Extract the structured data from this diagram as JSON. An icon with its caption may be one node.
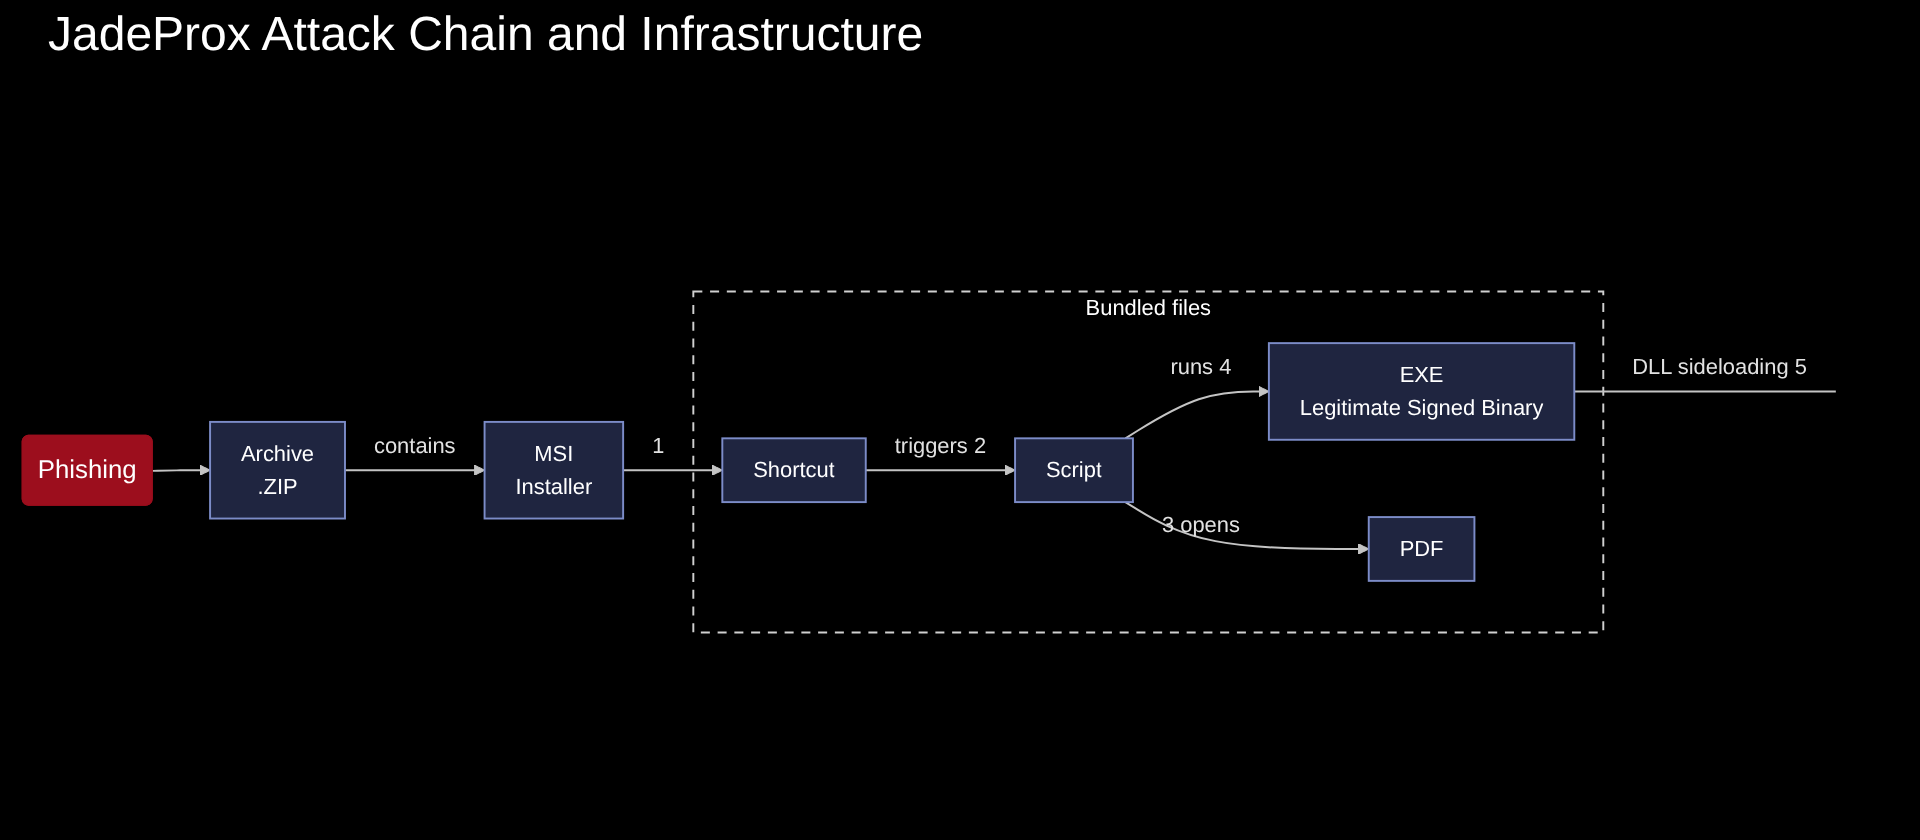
{
  "diagram": {
    "title": "JadeProx Attack Chain and Infrastructure",
    "nodes": [
      {
        "text": [
          "Phishing"
        ]
      },
      {
        "text": [
          "Archive",
          ".ZIP"
        ]
      },
      {
        "text": [
          "MSI",
          "Installer"
        ]
      },
      {
        "text": [
          "Bundled files"
        ]
      },
      {
        "text": [
          "Shortcut"
        ],
        "in": 3
      },
      {
        "text": [
          "Script"
        ],
        "in": 3
      },
      {
        "text": [
          "EXE",
          "Legitimate Signed Binary"
        ],
        "in": 3
      },
      {
        "text": [
          "PDF"
        ],
        "in": 3
      }
    ],
    "edges": [
      {
        "from": 0,
        "to": 1,
        "arrow": "to"
      },
      {
        "from": 1,
        "to": 2,
        "arrow": "to",
        "label": "contains"
      },
      {
        "from": 2,
        "to": 4,
        "arrow": "to",
        "label": "1"
      },
      {
        "from": 4,
        "to": 5,
        "arrow": "to",
        "label": "triggers 2"
      },
      {
        "from": 5,
        "to": 6,
        "arrow": "to",
        "label": "runs 4"
      },
      {
        "from": 5,
        "to": 7,
        "arrow": "to",
        "label": "3 opens"
      },
      {
        "from": 6,
        "to": null,
        "arrow": "none",
        "label": "DLL sideloading 5"
      }
    ]
  }
}
